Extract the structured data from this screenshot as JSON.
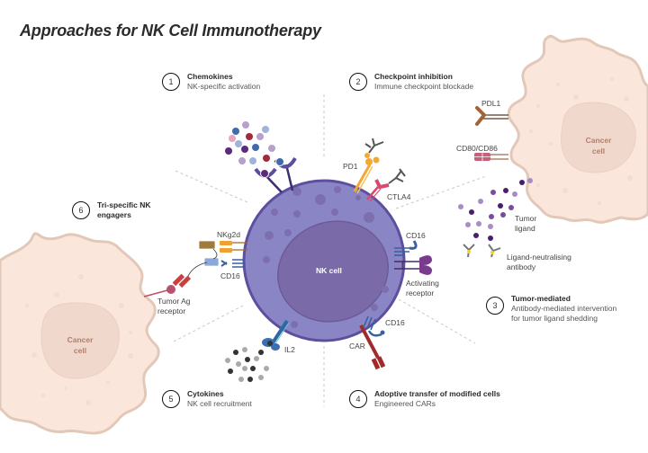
{
  "title": "Approaches for NK Cell Immunotherapy",
  "colors": {
    "nk_membrane": "#6a5aa6",
    "nk_cytoplasm": "#8a86c6",
    "nk_nucleus": "#7b6aa8",
    "cancer_fill": "#fbe6dc",
    "cancer_outline": "#e2c8b8",
    "cancer_nucleus": "#f0d8cc",
    "cancer_text": "#b07f6e"
  },
  "nk_cell": {
    "label": "NK cell"
  },
  "cancer_cells": [
    {
      "label_line1": "Cancer",
      "label_line2": "cell"
    },
    {
      "label_line1": "Cancer",
      "label_line2": "cell"
    }
  ],
  "steps": [
    {
      "num": "1",
      "heading": "Chemokines",
      "sub": "NK-specific activation"
    },
    {
      "num": "2",
      "heading": "Checkpoint inhibition",
      "sub": "Immune checkpoint blockade"
    },
    {
      "num": "3",
      "heading": "Tumor-mediated",
      "sub": "Antibody-mediated intervention",
      "sub2": "for tumor ligand shedding"
    },
    {
      "num": "4",
      "heading": "Adoptive transfer of modified cells",
      "sub": "Engineered CARs"
    },
    {
      "num": "5",
      "heading": "Cytokines",
      "sub": "NK cell recruitment"
    },
    {
      "num": "6",
      "heading": "Tri-specific NK",
      "sub": "engagers"
    }
  ],
  "labels": {
    "pd1": "PD1",
    "ctla4": "CTLA4",
    "pdl1": "PDL1",
    "cd80_cd86": "CD80/CD86",
    "tumor_ligand_1": "Tumor",
    "tumor_ligand_2": "ligand",
    "ligand_ab_1": "Ligand-neutralising",
    "ligand_ab_2": "antibody",
    "cd16_right": "CD16",
    "activating_1": "Activating",
    "activating_2": "receptor",
    "cd16_bottom": "CD16",
    "car": "CAR",
    "il2": "IL2",
    "nkg2d": "NKg2d",
    "cd16_left": "CD16",
    "tumor_ag_1": "Tumor Ag",
    "tumor_ag_2": "receptor"
  }
}
